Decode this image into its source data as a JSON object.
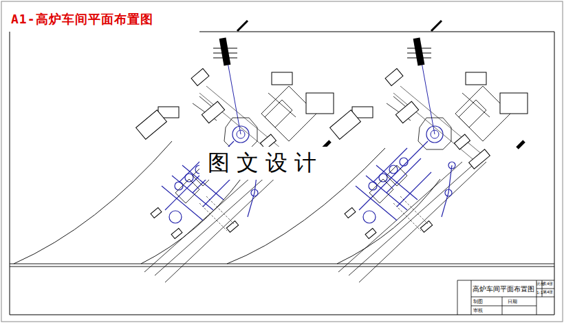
{
  "diagram": {
    "title": "A1-高炉车间平面布置图",
    "labels": [
      "图文设计",
      "高炉车间平面布置图",
      "比例",
      "1:1",
      "共4张",
      "第4张",
      "制图",
      "日期",
      "审核"
    ]
  }
}
